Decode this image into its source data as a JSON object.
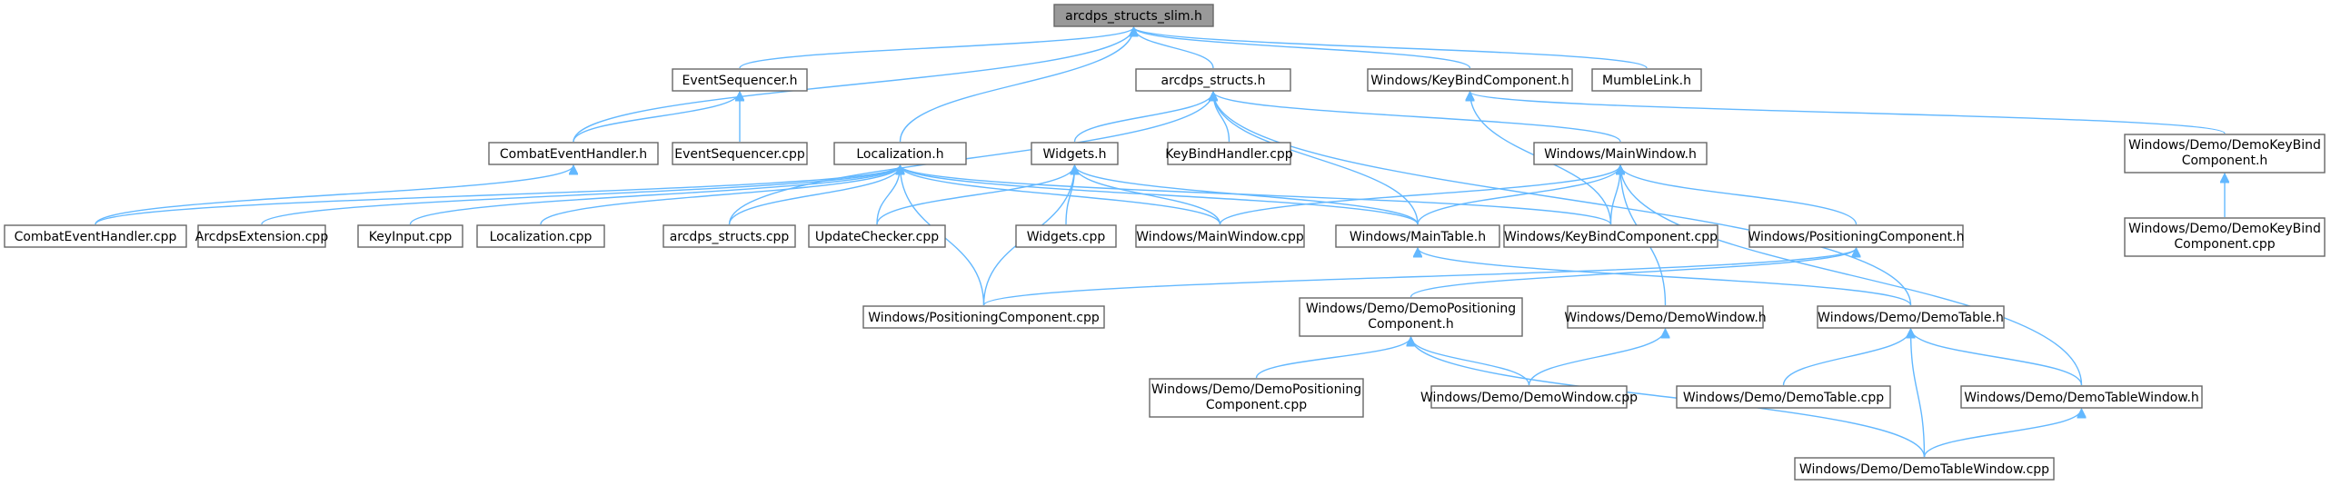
{
  "graph": {
    "title": "arcdps_structs_slim.h include dependency graph",
    "colors": {
      "edge": "#63b8ff",
      "node_border": "#666666",
      "root_fill": "#999999",
      "node_fill": "#ffffff"
    },
    "nodes": [
      {
        "id": "n0",
        "lines": [
          "arcdps_structs_slim.h"
        ],
        "root": true
      },
      {
        "id": "n1",
        "lines": [
          "EventSequencer.h"
        ]
      },
      {
        "id": "n2",
        "lines": [
          "arcdps_structs.h"
        ]
      },
      {
        "id": "n3",
        "lines": [
          "Windows/KeyBindComponent.h"
        ]
      },
      {
        "id": "n4",
        "lines": [
          "MumbleLink.h"
        ]
      },
      {
        "id": "n5",
        "lines": [
          "CombatEventHandler.h"
        ]
      },
      {
        "id": "n6",
        "lines": [
          "EventSequencer.cpp"
        ]
      },
      {
        "id": "n7",
        "lines": [
          "Localization.h"
        ]
      },
      {
        "id": "n8",
        "lines": [
          "Widgets.h"
        ]
      },
      {
        "id": "n9",
        "lines": [
          "KeyBindHandler.cpp"
        ]
      },
      {
        "id": "n10",
        "lines": [
          "Windows/MainWindow.h"
        ]
      },
      {
        "id": "n11",
        "lines": [
          "Windows/Demo/DemoKeyBind",
          "Component.h"
        ]
      },
      {
        "id": "n12",
        "lines": [
          "CombatEventHandler.cpp"
        ]
      },
      {
        "id": "n13",
        "lines": [
          "ArcdpsExtension.cpp"
        ]
      },
      {
        "id": "n14",
        "lines": [
          "KeyInput.cpp"
        ]
      },
      {
        "id": "n15",
        "lines": [
          "Localization.cpp"
        ]
      },
      {
        "id": "n16",
        "lines": [
          "arcdps_structs.cpp"
        ]
      },
      {
        "id": "n17",
        "lines": [
          "UpdateChecker.cpp"
        ]
      },
      {
        "id": "n18",
        "lines": [
          "Widgets.cpp"
        ]
      },
      {
        "id": "n19",
        "lines": [
          "Windows/MainWindow.cpp"
        ]
      },
      {
        "id": "n20",
        "lines": [
          "Windows/MainTable.h"
        ]
      },
      {
        "id": "n21",
        "lines": [
          "Windows/KeyBindComponent.cpp"
        ]
      },
      {
        "id": "n22",
        "lines": [
          "Windows/PositioningComponent.h"
        ]
      },
      {
        "id": "n23",
        "lines": [
          "Windows/Demo/DemoKeyBind",
          "Component.cpp"
        ]
      },
      {
        "id": "n24",
        "lines": [
          "Windows/PositioningComponent.cpp"
        ]
      },
      {
        "id": "n25",
        "lines": [
          "Windows/Demo/DemoPositioning",
          "Component.h"
        ]
      },
      {
        "id": "n26",
        "lines": [
          "Windows/Demo/DemoWindow.h"
        ]
      },
      {
        "id": "n27",
        "lines": [
          "Windows/Demo/DemoTable.h"
        ]
      },
      {
        "id": "n28",
        "lines": [
          "Windows/Demo/DemoPositioning",
          "Component.cpp"
        ]
      },
      {
        "id": "n29",
        "lines": [
          "Windows/Demo/DemoWindow.cpp"
        ]
      },
      {
        "id": "n30",
        "lines": [
          "Windows/Demo/DemoTable.cpp"
        ]
      },
      {
        "id": "n31",
        "lines": [
          "Windows/Demo/DemoTableWindow.h"
        ]
      },
      {
        "id": "n32",
        "lines": [
          "Windows/Demo/DemoTableWindow.cpp"
        ]
      }
    ],
    "edges": [
      [
        "n0",
        "n1"
      ],
      [
        "n0",
        "n2"
      ],
      [
        "n0",
        "n3"
      ],
      [
        "n0",
        "n4"
      ],
      [
        "n0",
        "n5"
      ],
      [
        "n0",
        "n7"
      ],
      [
        "n1",
        "n5"
      ],
      [
        "n1",
        "n6"
      ],
      [
        "n2",
        "n8"
      ],
      [
        "n2",
        "n9"
      ],
      [
        "n2",
        "n10"
      ],
      [
        "n2",
        "n16"
      ],
      [
        "n2",
        "n20"
      ],
      [
        "n2",
        "n27"
      ],
      [
        "n3",
        "n11"
      ],
      [
        "n3",
        "n21"
      ],
      [
        "n5",
        "n12"
      ],
      [
        "n7",
        "n12"
      ],
      [
        "n7",
        "n13"
      ],
      [
        "n7",
        "n14"
      ],
      [
        "n7",
        "n15"
      ],
      [
        "n7",
        "n16"
      ],
      [
        "n7",
        "n17"
      ],
      [
        "n7",
        "n19"
      ],
      [
        "n7",
        "n20"
      ],
      [
        "n7",
        "n21"
      ],
      [
        "n7",
        "n24"
      ],
      [
        "n8",
        "n17"
      ],
      [
        "n8",
        "n18"
      ],
      [
        "n8",
        "n19"
      ],
      [
        "n8",
        "n20"
      ],
      [
        "n8",
        "n24"
      ],
      [
        "n10",
        "n19"
      ],
      [
        "n10",
        "n20"
      ],
      [
        "n10",
        "n21"
      ],
      [
        "n10",
        "n22"
      ],
      [
        "n10",
        "n26"
      ],
      [
        "n10",
        "n31"
      ],
      [
        "n11",
        "n23"
      ],
      [
        "n20",
        "n27"
      ],
      [
        "n22",
        "n24"
      ],
      [
        "n22",
        "n25"
      ],
      [
        "n25",
        "n28"
      ],
      [
        "n25",
        "n29"
      ],
      [
        "n25",
        "n32"
      ],
      [
        "n26",
        "n29"
      ],
      [
        "n27",
        "n30"
      ],
      [
        "n27",
        "n31"
      ],
      [
        "n27",
        "n32"
      ],
      [
        "n31",
        "n32"
      ]
    ]
  }
}
